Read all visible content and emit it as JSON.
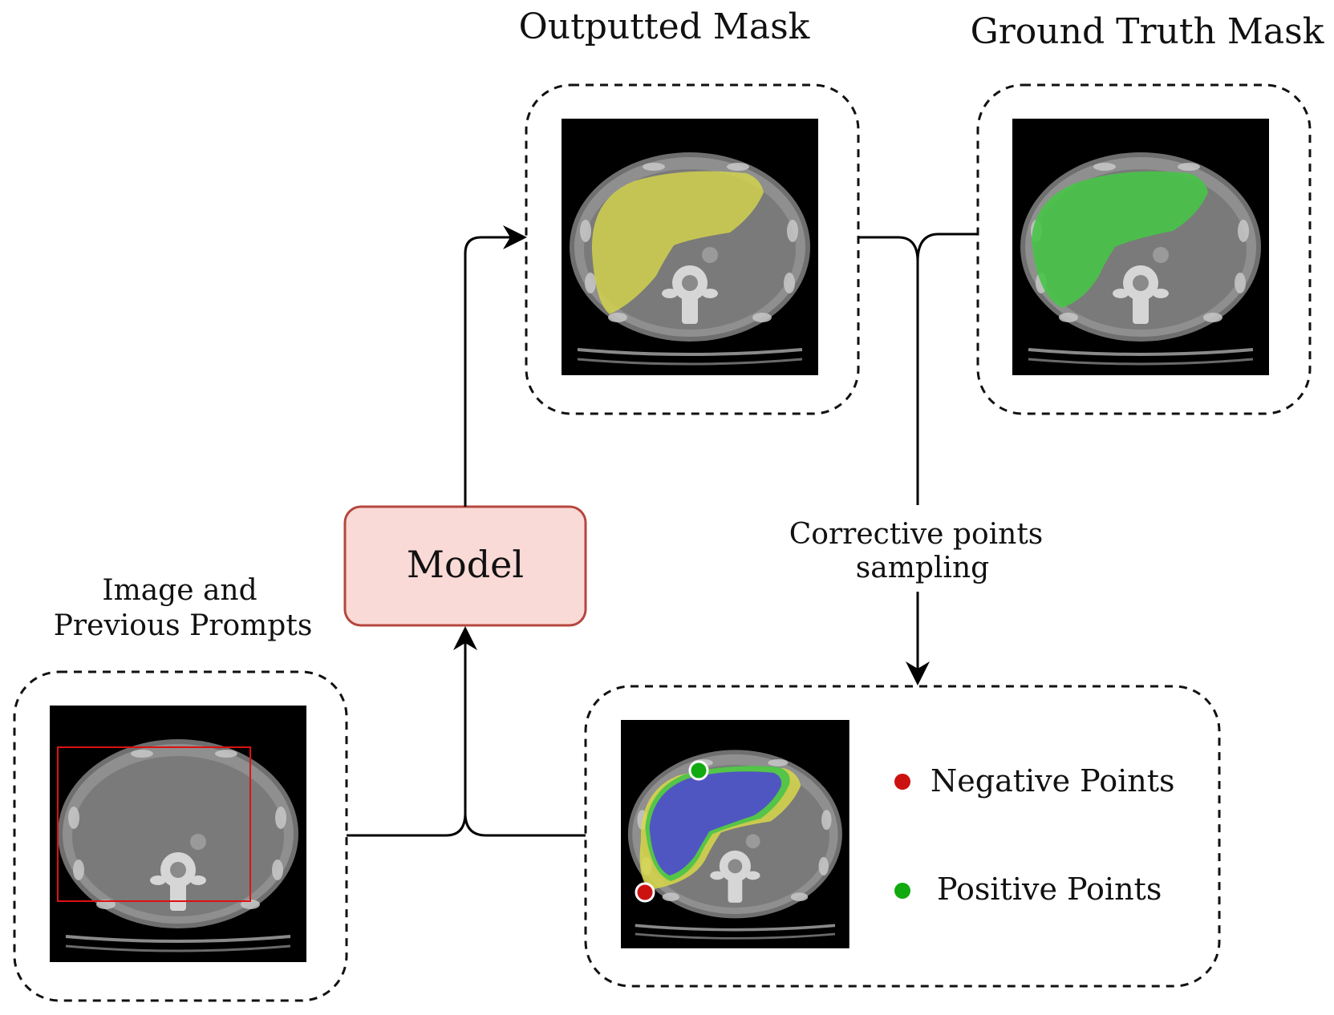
{
  "titles": {
    "outputted_mask": "Outputted Mask",
    "ground_truth_mask": "Ground Truth Mask",
    "input_line1": "Image and",
    "input_line2": "Previous Prompts"
  },
  "model": {
    "label": "Model"
  },
  "sampling": {
    "line1": "Corrective points",
    "line2": "sampling"
  },
  "legend": {
    "negative": {
      "label": "Negative Points",
      "color": "#cc1111"
    },
    "positive": {
      "label": "Positive Points",
      "color": "#11aa11"
    }
  },
  "colors": {
    "model_fill": "#fadad7",
    "model_stroke": "#b5473e",
    "prediction_mask": "#d8d84a",
    "ground_truth_mask": "#47c447",
    "overlap_mask": "#5050c8",
    "bbox_prompt": "#dd1111"
  }
}
